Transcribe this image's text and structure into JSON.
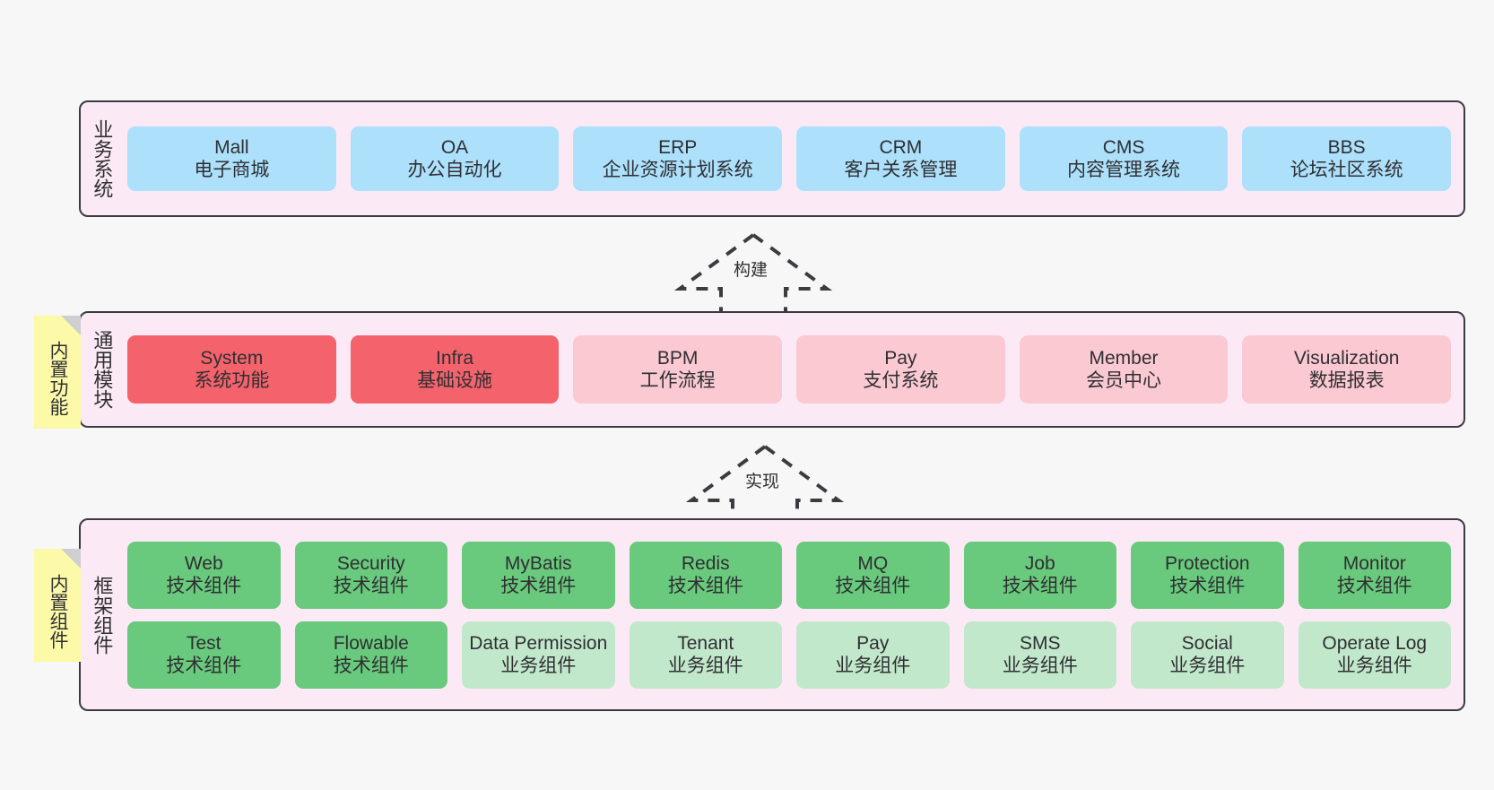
{
  "diagram": {
    "background_color": "#f7f7f7",
    "layer_fill": "#fbeaf5",
    "layer_border": "#3b3b42",
    "note_fill": "#fcfaa8"
  },
  "layers": [
    {
      "id": "business",
      "title": "业务系统",
      "rows": [
        {
          "nodes": [
            {
              "en": "Mall",
              "cn": "电子商城",
              "color": "#ace0fb",
              "style": "c-blue"
            },
            {
              "en": "OA",
              "cn": "办公自动化",
              "color": "#ace0fb",
              "style": "c-blue"
            },
            {
              "en": "ERP",
              "cn": "企业资源计划系统",
              "color": "#ace0fb",
              "style": "c-blue"
            },
            {
              "en": "CRM",
              "cn": "客户关系管理",
              "color": "#ace0fb",
              "style": "c-blue"
            },
            {
              "en": "CMS",
              "cn": "内容管理系统",
              "color": "#ace0fb",
              "style": "c-blue"
            },
            {
              "en": "BBS",
              "cn": "论坛社区系统",
              "color": "#ace0fb",
              "style": "c-blue"
            }
          ]
        }
      ]
    },
    {
      "id": "general",
      "title": "通用模块",
      "rows": [
        {
          "nodes": [
            {
              "en": "System",
              "cn": "系统功能",
              "color": "#f4636b",
              "style": "c-red"
            },
            {
              "en": "Infra",
              "cn": "基础设施",
              "color": "#f4636b",
              "style": "c-red"
            },
            {
              "en": "BPM",
              "cn": "工作流程",
              "color": "#fbc9d2",
              "style": "c-pink"
            },
            {
              "en": "Pay",
              "cn": "支付系统",
              "color": "#fbc9d2",
              "style": "c-pink"
            },
            {
              "en": "Member",
              "cn": "会员中心",
              "color": "#fbc9d2",
              "style": "c-pink"
            },
            {
              "en": "Visualization",
              "cn": "数据报表",
              "color": "#fbc9d2",
              "style": "c-pink"
            }
          ]
        }
      ]
    },
    {
      "id": "framework",
      "title": "框架组件",
      "rows": [
        {
          "nodes": [
            {
              "en": "Web",
              "cn": "技术组件",
              "color": "#69c97c",
              "style": "c-green"
            },
            {
              "en": "Security",
              "cn": "技术组件",
              "color": "#69c97c",
              "style": "c-green"
            },
            {
              "en": "MyBatis",
              "cn": "技术组件",
              "color": "#69c97c",
              "style": "c-green"
            },
            {
              "en": "Redis",
              "cn": "技术组件",
              "color": "#69c97c",
              "style": "c-green"
            },
            {
              "en": "MQ",
              "cn": "技术组件",
              "color": "#69c97c",
              "style": "c-green"
            },
            {
              "en": "Job",
              "cn": "技术组件",
              "color": "#69c97c",
              "style": "c-green"
            },
            {
              "en": "Protection",
              "cn": "技术组件",
              "color": "#69c97c",
              "style": "c-green"
            },
            {
              "en": "Monitor",
              "cn": "技术组件",
              "color": "#69c97c",
              "style": "c-green"
            }
          ]
        },
        {
          "nodes": [
            {
              "en": "Test",
              "cn": "技术组件",
              "color": "#69c97c",
              "style": "c-green"
            },
            {
              "en": "Flowable",
              "cn": "技术组件",
              "color": "#69c97c",
              "style": "c-green"
            },
            {
              "en": "Data Permission",
              "cn": "业务组件",
              "color": "#c2e8cb",
              "style": "c-lightgreen"
            },
            {
              "en": "Tenant",
              "cn": "业务组件",
              "color": "#c2e8cb",
              "style": "c-lightgreen"
            },
            {
              "en": "Pay",
              "cn": "业务组件",
              "color": "#c2e8cb",
              "style": "c-lightgreen"
            },
            {
              "en": "SMS",
              "cn": "业务组件",
              "color": "#c2e8cb",
              "style": "c-lightgreen"
            },
            {
              "en": "Social",
              "cn": "业务组件",
              "color": "#c2e8cb",
              "style": "c-lightgreen"
            },
            {
              "en": "Operate Log",
              "cn": "业务组件",
              "color": "#c2e8cb",
              "style": "c-lightgreen"
            }
          ]
        }
      ]
    }
  ],
  "notes": [
    {
      "id": "builtin-function",
      "text": "内置功能"
    },
    {
      "id": "builtin-component",
      "text": "内置组件"
    }
  ],
  "connectors": [
    {
      "id": "build",
      "label": "构建"
    },
    {
      "id": "implement",
      "label": "实现"
    }
  ]
}
